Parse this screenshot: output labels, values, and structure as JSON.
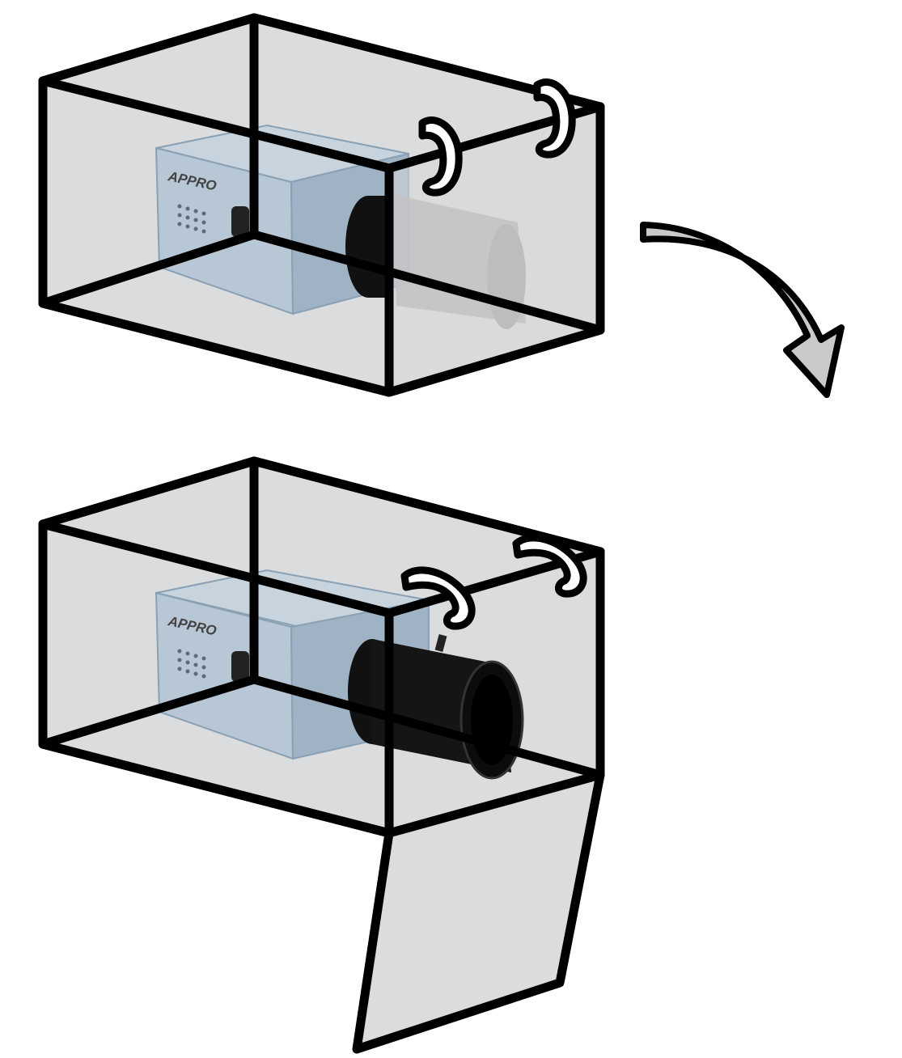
{
  "diagram": {
    "colors": {
      "box_fill": "#d8d9db",
      "outline": "#000000",
      "camera_body": "#a9bccd",
      "lens": "#111111",
      "arrow_fill": "#c9cacc",
      "hinge": "#ffffff",
      "brand_red": "#c0392b"
    },
    "top_assembly": {
      "camera_brand": "APPRO",
      "state": "lid-closed"
    },
    "bottom_assembly": {
      "camera_brand": "APPRO",
      "state": "lid-open"
    },
    "transition_arrow": {
      "icon": "curved-arrow-down-icon"
    }
  }
}
